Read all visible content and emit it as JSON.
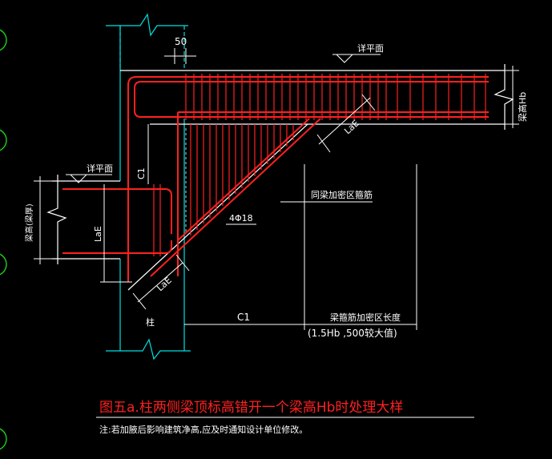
{
  "drawing": {
    "title": "图五a.柱两侧梁顶标高错开一个梁高Hb时处理大样",
    "note": "注:若加腋后影响建筑净高,应及时通知设计单位修改。"
  },
  "labels": {
    "top_offset": "50",
    "elevation_top": "详平面",
    "elevation_left": "详平面",
    "beam_height_right": "梁高Hb",
    "beam_height_left": "梁高(梁厚)",
    "c1_vertical": "C1",
    "c1_horizontal": "C1",
    "loe_left": "LaE",
    "loe_diag_top": "LaE",
    "loe_diag_bottom": "LaE",
    "column": "柱",
    "stirrup_zone": "同梁加密区箍筋",
    "diag_bars": "4Φ18",
    "dense_zone_length": "梁箍筋加密区长度",
    "dense_zone_value": "(1.5Hb ,500较大值)"
  },
  "colors": {
    "background": "#000000",
    "line": "#ffffff",
    "rebar": "#ff2020",
    "accent": "#00e0e0",
    "annotation": "#ffffff",
    "title": "#ff2020",
    "margin_marker": "#20d020"
  }
}
